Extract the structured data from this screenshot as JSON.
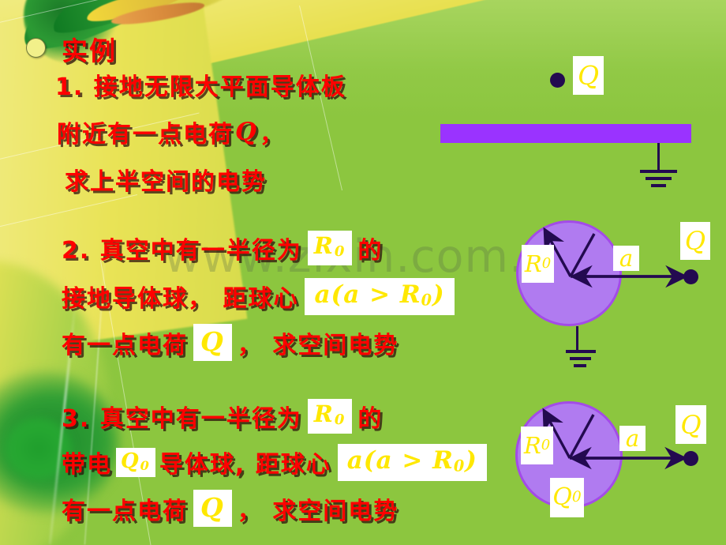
{
  "slide": {
    "title": "实例",
    "bullet_icon": "yellow-dot-bullet",
    "watermark": "www.zixin.com.cn",
    "background_color": "#8CC63F",
    "text_color": "#FF0000",
    "accent_purple": "#9A33FF",
    "sphere_fill": "#B07BF0",
    "sphere_stroke": "#A34BE8",
    "math_text_color": "#FFE800",
    "math_box_bg": "#FFFFFF",
    "charge_dot_color": "#230A50"
  },
  "items": [
    {
      "number": "1.",
      "lines": [
        {
          "segments": [
            {
              "type": "text",
              "value": "1. 接地无限大平面导体板"
            }
          ]
        },
        {
          "segments": [
            {
              "type": "text",
              "value": "附近有一点电荷"
            },
            {
              "type": "math_plain",
              "value": "Q"
            },
            {
              "type": "text",
              "value": ","
            }
          ]
        },
        {
          "segments": [
            {
              "type": "text",
              "value": "求上半空间的电势"
            }
          ]
        }
      ]
    },
    {
      "number": "2.",
      "lines": [
        {
          "segments": [
            {
              "type": "text",
              "value": "2. 真空中有一半径为"
            },
            {
              "type": "math_box",
              "value": "R",
              "sub": "0"
            },
            {
              "type": "text",
              "value": "的"
            }
          ]
        },
        {
          "segments": [
            {
              "type": "text",
              "value": "接地导体球，距球心"
            },
            {
              "type": "math_box_formula",
              "value": "a(a > R",
              "sub": "0",
              "tail": ")"
            }
          ]
        },
        {
          "segments": [
            {
              "type": "text",
              "value": "有一点电荷"
            },
            {
              "type": "math_box",
              "value": "Q",
              "sub": ""
            },
            {
              "type": "text",
              "value": "，求空间电势"
            }
          ]
        }
      ]
    },
    {
      "number": "3.",
      "lines": [
        {
          "segments": [
            {
              "type": "text",
              "value": "3. 真空中有一半径为"
            },
            {
              "type": "math_box",
              "value": "R",
              "sub": "0"
            },
            {
              "type": "text",
              "value": "的"
            }
          ]
        },
        {
          "segments": [
            {
              "type": "text",
              "value": "带电"
            },
            {
              "type": "math_box",
              "value": "Q",
              "sub": "0"
            },
            {
              "type": "text",
              "value": "导体球, 距球心"
            },
            {
              "type": "math_box_formula",
              "value": "a(a > R",
              "sub": "0",
              "tail": ")"
            }
          ]
        },
        {
          "segments": [
            {
              "type": "text",
              "value": "有一点电荷"
            },
            {
              "type": "math_box",
              "value": "Q",
              "sub": ""
            },
            {
              "type": "text",
              "value": "，求空间电势"
            }
          ]
        }
      ]
    }
  ],
  "text_lines": {
    "l1a": "1. 接地无限大平面导体板",
    "l1b_pre": "附近有一点电荷",
    "l1b_q": "Q",
    "l1b_post": "，",
    "l1c": "求上半空间的电势",
    "l2a_pre": "2. 真空中有一半径为",
    "l2a_R": "R",
    "l2a_Rsub": "0",
    "l2a_post": "的",
    "l2b_pre": "接地导体球，  距球心",
    "l2b_formula_pre": "a(a > R",
    "l2b_formula_sub": "0",
    "l2b_formula_post": ")",
    "l2c_pre": "有一点电荷",
    "l2c_Q": "Q",
    "l2c_post": "，  求空间电势",
    "l3a_pre": "3. 真空中有一半径为",
    "l3a_R": "R",
    "l3a_Rsub": "0",
    "l3a_post": "的",
    "l3b_pre": "带电",
    "l3b_Q": "Q",
    "l3b_Qsub": "0",
    "l3b_mid": "导体球, 距球心",
    "l3b_formula_pre": "a(a > R",
    "l3b_formula_sub": "0",
    "l3b_formula_post": ")",
    "l3c_pre": "有一点电荷",
    "l3c_Q": "Q",
    "l3c_post": "，  求空间电势"
  },
  "diagrams": [
    {
      "id": "grounded-plane",
      "labels": [
        {
          "name": "charge-label-Q",
          "text": "Q",
          "sub": ""
        }
      ],
      "elements": [
        "point-charge-dot",
        "conducting-plate",
        "ground-symbol"
      ]
    },
    {
      "id": "grounded-sphere",
      "labels": [
        {
          "name": "radius-label-R0",
          "text": "R",
          "sub": "0"
        },
        {
          "name": "distance-label-a",
          "text": "a",
          "sub": ""
        },
        {
          "name": "charge-label-Q",
          "text": "Q",
          "sub": ""
        }
      ],
      "elements": [
        "sphere",
        "radius-arrow",
        "distance-arrow",
        "point-charge-dot",
        "ground-symbol"
      ]
    },
    {
      "id": "charged-sphere",
      "labels": [
        {
          "name": "radius-label-R0",
          "text": "R",
          "sub": "0"
        },
        {
          "name": "distance-label-a",
          "text": "a",
          "sub": ""
        },
        {
          "name": "sphere-charge-label-Q0",
          "text": "Q",
          "sub": "0"
        },
        {
          "name": "charge-label-Q",
          "text": "Q",
          "sub": ""
        }
      ],
      "elements": [
        "sphere",
        "radius-arrow",
        "distance-arrow",
        "point-charge-dot"
      ]
    }
  ]
}
